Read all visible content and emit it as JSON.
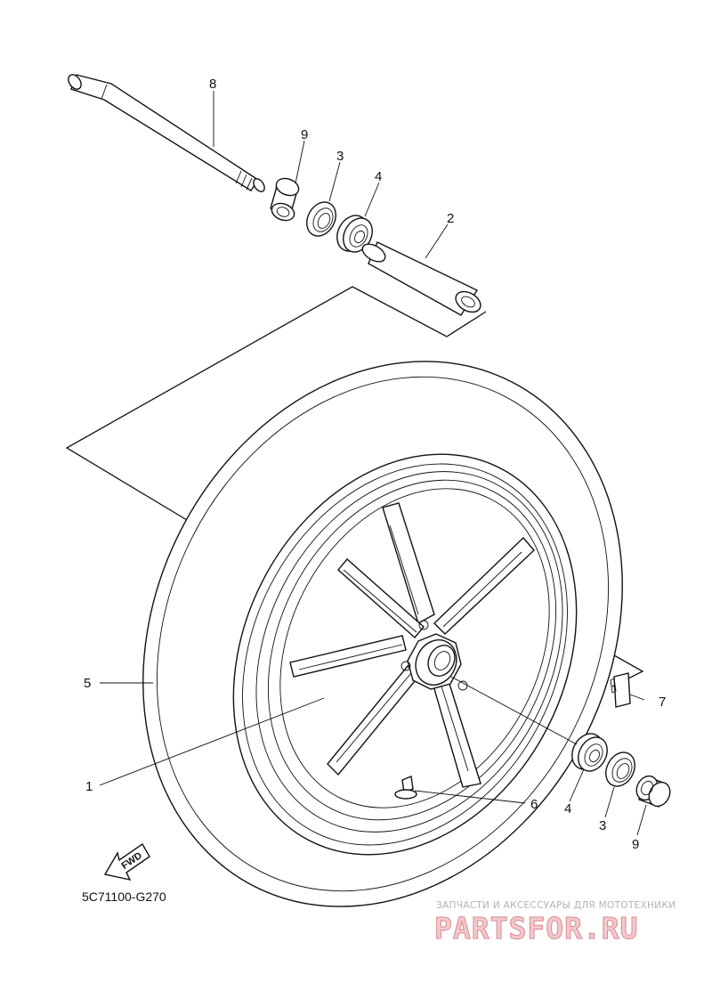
{
  "diagram": {
    "drawing_code": "5C71100-G270",
    "fwd_label": "FWD",
    "callouts": {
      "axle": "8",
      "collar_top": "9",
      "seal_top": "3",
      "bearing_top": "4",
      "spacer": "2",
      "tire": "5",
      "wheel": "1",
      "balance_weight": "7",
      "bearing_bottom": "4",
      "seal_bottom": "3",
      "collar_bottom": "9",
      "valve": "6"
    }
  },
  "watermark": {
    "tagline": "ЗАПЧАСТИ И АКСЕССУАРЫ ДЛЯ МОТОТЕХНИКИ",
    "logo": "PARTSFOR.RU",
    "colors": {
      "logo_fill": "#f3c9cc",
      "logo_stroke": "#d98a91",
      "tagline": "#b3b3b3"
    }
  }
}
